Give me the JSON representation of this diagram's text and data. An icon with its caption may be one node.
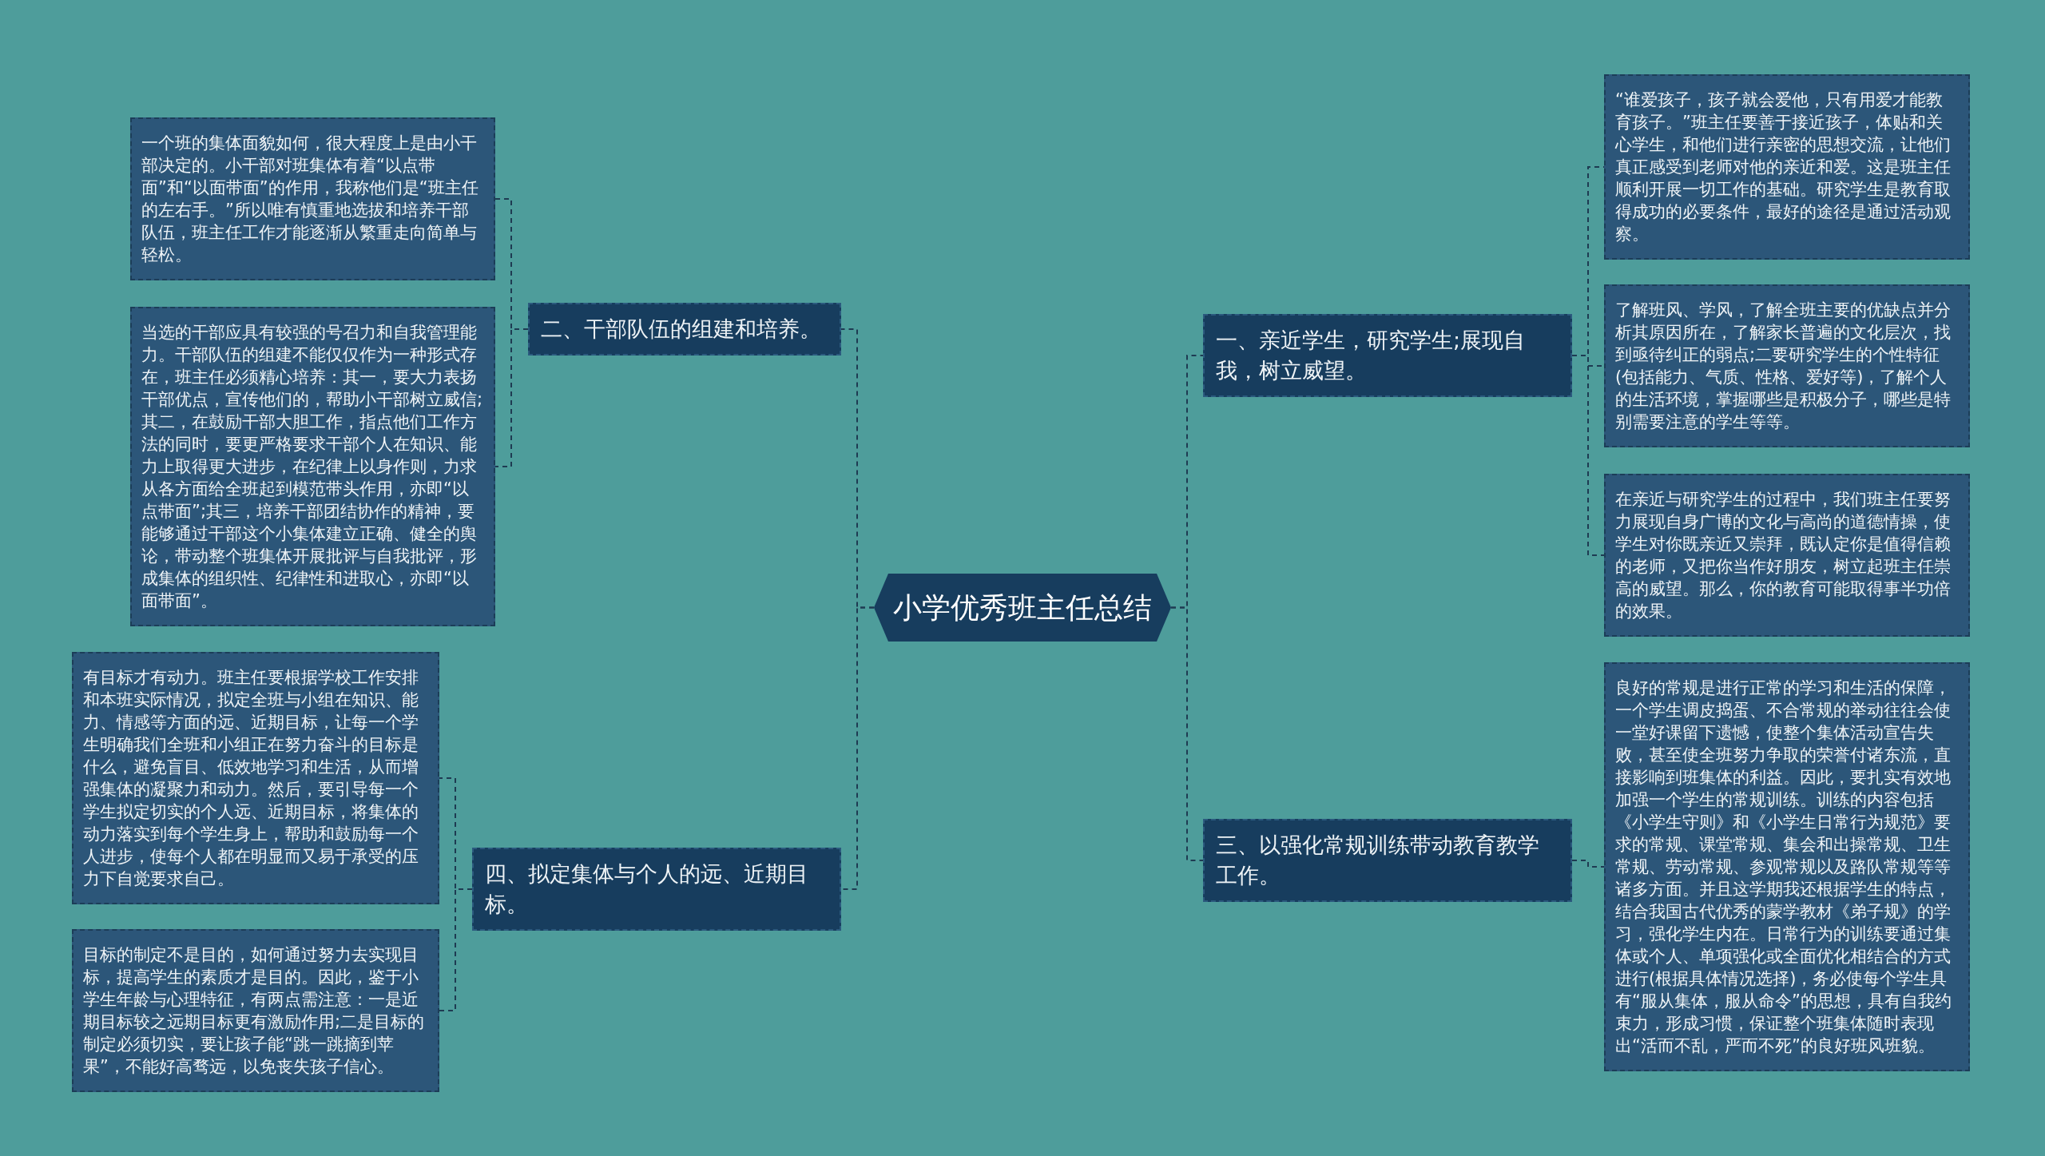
{
  "diagram": {
    "nodes": [
      {
        "text": [
          "小学优秀班主任总结"
        ]
      },
      {
        "text": [
          "二、干部队伍的组建和培养。"
        ]
      },
      {
        "text": [
          "一个班的集体面貌如何，很大程度上是由小干部决定的。小干部对班集体有着“以点带面”和“以面带面”的作用，我称他们是“班主任的左右手。”所以唯有慎重地选拔和培养干部队伍，班主任工作才能逐渐从繁重走向简单与轻松。"
        ]
      },
      {
        "text": [
          "当选的干部应具有较强的号召力和自我管理能力。干部队伍的组建不能仅仅作为一种形式存在，班主任必须精心培养：其一，要大力表扬干部优点，宣传他们的，帮助小干部树立威信;其二，在鼓励干部大胆工作，指点他们工作方法的同时，要更严格要求干部个人在知识、能力上取得更大进步，在纪律上以身作则，力求从各方面给全班起到模范带头作用，亦即“以点带面”;其三，培养干部团结协作的精神，要能够通过干部这个小集体建立正确、健全的舆论，带动整个班集体开展批评与自我批评，形成集体的组织性、纪律性和进取心，亦即“以面带面”。"
        ]
      },
      {
        "text": [
          "四、拟定集体与个人的远、近期目标。"
        ]
      },
      {
        "text": [
          "有目标才有动力。班主任要根据学校工作安排和本班实际情况，拟定全班与小组在知识、能力、情感等方面的远、近期目标，让每一个学生明确我们全班和小组正在努力奋斗的目标是什么，避免盲目、低效地学习和生活，从而增强集体的凝聚力和动力。然后，要引导每一个学生拟定切实的个人远、近期目标，将集体的动力落实到每个学生身上，帮助和鼓励每一个人进步，使每个人都在明显而又易于承受的压力下自觉要求自己。"
        ]
      },
      {
        "text": [
          "目标的制定不是目的，如何通过努力去实现目标，提高学生的素质才是目的。因此，鉴于小学生年龄与心理特征，有两点需注意：一是近期目标较之远期目标更有激励作用;二是目标的制定必须切实，要让孩子能“跳一跳摘到苹果”，不能好高骛远，以免丧失孩子信心。"
        ]
      },
      {
        "text": [
          "一、亲近学生，研究学生;展现自我，树立威望。"
        ]
      },
      {
        "text": [
          "“谁爱孩子，孩子就会爱他，只有用爱才能教育孩子。”班主任要善于接近孩子，体贴和关心学生，和他们进行亲密的思想交流，让他们真正感受到老师对他的亲近和爱。这是班主任顺利开展一切工作的基础。研究学生是教育取得成功的必要条件，最好的途径是通过活动观察。"
        ]
      },
      {
        "text": [
          "了解班风、学风，了解全班主要的优缺点并分析其原因所在，了解家长普遍的文化层次，找到亟待纠正的弱点;二要研究学生的个性特征(包括能力、气质、性格、爱好等)，了解个人的生活环境，掌握哪些是积极分子，哪些是特别需要注意的学生等等。"
        ]
      },
      {
        "text": [
          "在亲近与研究学生的过程中，我们班主任要努力展现自身广博的文化与高尚的道德情操，使学生对你既亲近又崇拜，既认定你是值得信赖的老师，又把你当作好朋友，树立起班主任崇高的威望。那么，你的教育可能取得事半功倍的效果。"
        ]
      },
      {
        "text": [
          "三、以强化常规训练带动教育教学工作。"
        ]
      },
      {
        "text": [
          "良好的常规是进行正常的学习和生活的保障，一个学生调皮捣蛋、不合常规的举动往往会使一堂好课留下遗憾，使整个集体活动宣告失败，甚至使全班努力争取的荣誉付诸东流，直接影响到班集体的利益。因此，要扎实有效地加强一个学生的常规训练。训练的内容包括《小学生守则》和《小学生日常行为规范》要求的常规、课堂常规、集会和出操常规、卫生常规、劳动常规、参观常规以及路队常规等等诸多方面。并且这学期我还根据学生的特点，结合我国古代优秀的蒙学教材《弟子规》的学习，强化学生内在。日常行为的训练要通过集体或个人、单项强化或全面优化相结合的方式进行(根据具体情况选择)，务必使每个学生具有“服从集体，服从命令”的思想，具有自我约束力，形成习惯，保证整个班集体随时表现出“活而不乱，严而不死”的良好班风班貌。"
        ]
      }
    ],
    "edges": [
      {
        "from": 0,
        "to": 1,
        "arrow": "none"
      },
      {
        "from": 1,
        "to": 2,
        "arrow": "none"
      },
      {
        "from": 1,
        "to": 3,
        "arrow": "none"
      },
      {
        "from": 0,
        "to": 4,
        "arrow": "none"
      },
      {
        "from": 4,
        "to": 5,
        "arrow": "none"
      },
      {
        "from": 4,
        "to": 6,
        "arrow": "none"
      },
      {
        "from": 0,
        "to": 7,
        "arrow": "none"
      },
      {
        "from": 7,
        "to": 8,
        "arrow": "none"
      },
      {
        "from": 7,
        "to": 9,
        "arrow": "none"
      },
      {
        "from": 7,
        "to": 10,
        "arrow": "none"
      },
      {
        "from": 0,
        "to": 11,
        "arrow": "none"
      },
      {
        "from": 11,
        "to": 12,
        "arrow": "none"
      }
    ]
  }
}
